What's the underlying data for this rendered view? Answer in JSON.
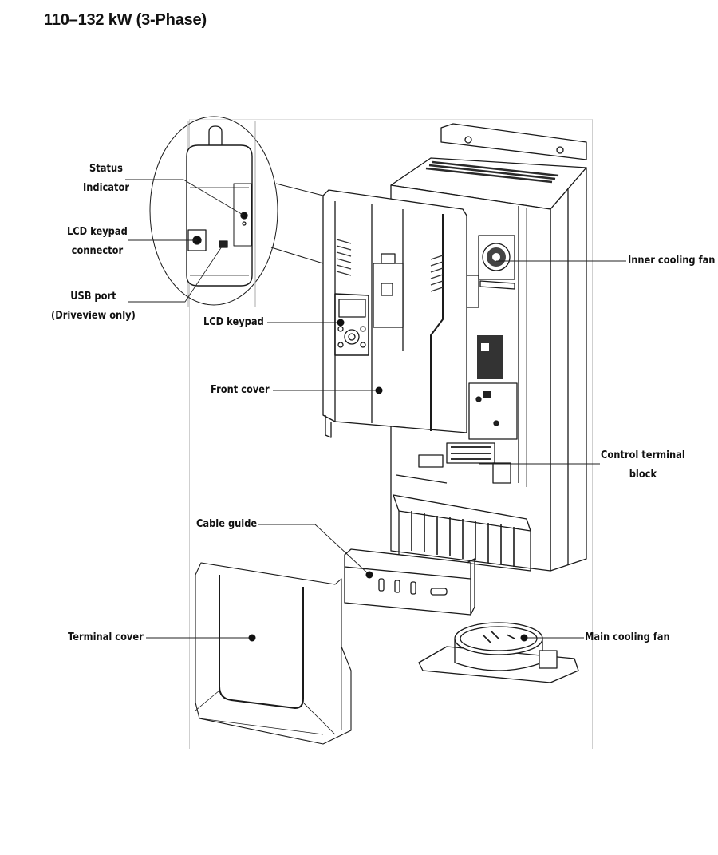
{
  "title": "110–132 kW (3-Phase)",
  "labels": {
    "status_indicator": [
      "Status",
      "Indicator"
    ],
    "lcd_keypad_connector": [
      "LCD keypad",
      "connector"
    ],
    "usb_port": [
      "USB port",
      "(Driveview only)"
    ],
    "lcd_keypad": "LCD keypad",
    "front_cover": "Front cover",
    "inner_cooling_fan": "Inner cooling fan",
    "control_terminal_block": [
      "Control terminal",
      "block"
    ],
    "cable_guide": "Cable guide",
    "terminal_cover": "Terminal cover",
    "main_cooling_fan": "Main cooling fan"
  },
  "colors": {
    "line": "#1a1a1a",
    "frame": "#cfcfcf",
    "vent": "#2a2a2a"
  }
}
